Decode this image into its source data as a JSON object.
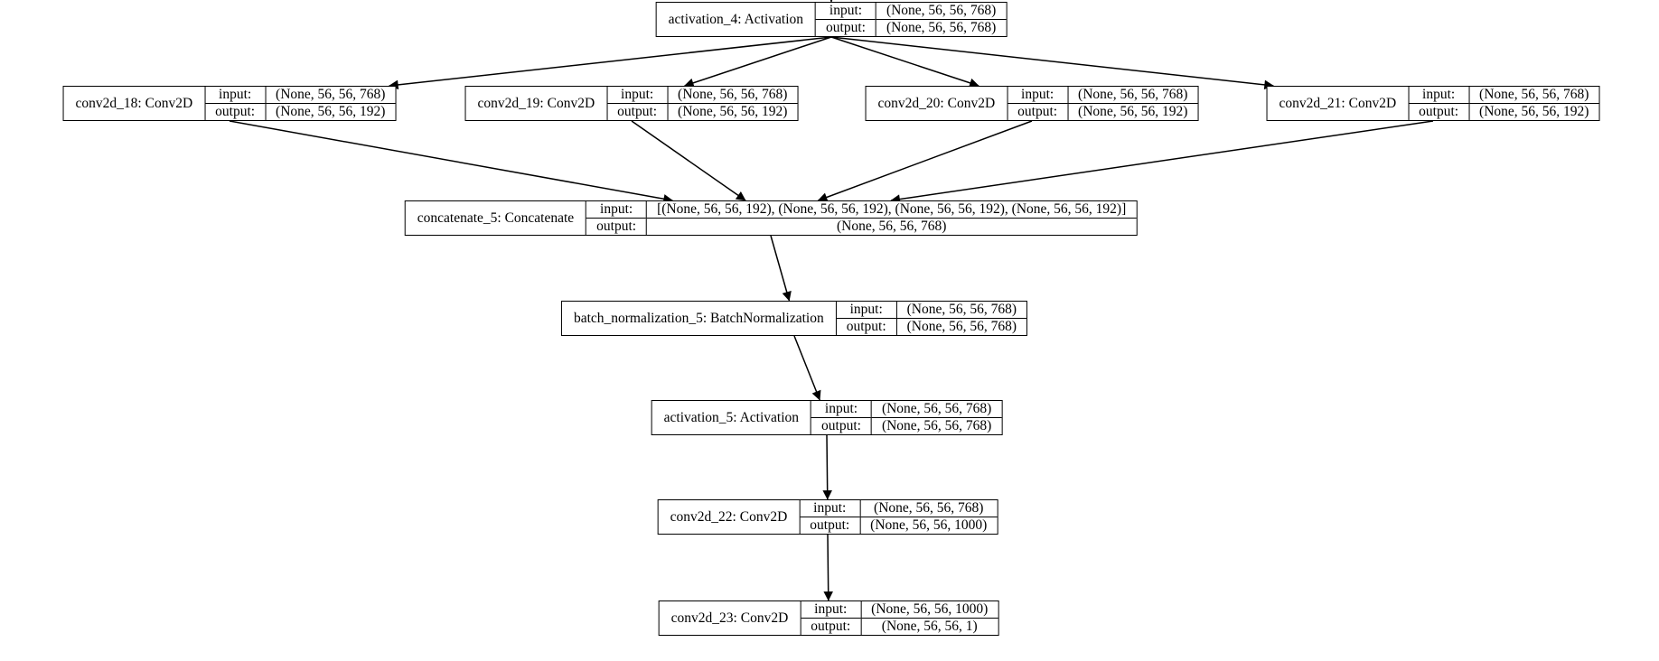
{
  "diagram": {
    "title": "model layer graph",
    "background_color": "#ffffff",
    "line_color": "#000000",
    "text_color": "#000000",
    "io_labels": {
      "input": "input:",
      "output": "output:"
    },
    "nodes": [
      {
        "id": "activation_4",
        "label": "activation_4: Activation",
        "input": "(None, 56, 56, 768)",
        "output": "(None, 56, 56, 768)"
      },
      {
        "id": "conv2d_18",
        "label": "conv2d_18: Conv2D",
        "input": "(None, 56, 56, 768)",
        "output": "(None, 56, 56, 192)"
      },
      {
        "id": "conv2d_19",
        "label": "conv2d_19: Conv2D",
        "input": "(None, 56, 56, 768)",
        "output": "(None, 56, 56, 192)"
      },
      {
        "id": "conv2d_20",
        "label": "conv2d_20: Conv2D",
        "input": "(None, 56, 56, 768)",
        "output": "(None, 56, 56, 192)"
      },
      {
        "id": "conv2d_21",
        "label": "conv2d_21: Conv2D",
        "input": "(None, 56, 56, 768)",
        "output": "(None, 56, 56, 192)"
      },
      {
        "id": "concatenate_5",
        "label": "concatenate_5: Concatenate",
        "input": "[(None, 56, 56, 192), (None, 56, 56, 192), (None, 56, 56, 192), (None, 56, 56, 192)]",
        "output": "(None, 56, 56, 768)"
      },
      {
        "id": "batch_normalization_5",
        "label": "batch_normalization_5: BatchNormalization",
        "input": "(None, 56, 56, 768)",
        "output": "(None, 56, 56, 768)"
      },
      {
        "id": "activation_5",
        "label": "activation_5: Activation",
        "input": "(None, 56, 56, 768)",
        "output": "(None, 56, 56, 768)"
      },
      {
        "id": "conv2d_22",
        "label": "conv2d_22: Conv2D",
        "input": "(None, 56, 56, 768)",
        "output": "(None, 56, 56, 1000)"
      },
      {
        "id": "conv2d_23",
        "label": "conv2d_23: Conv2D",
        "input": "(None, 56, 56, 1000)",
        "output": "(None, 56, 56, 1)"
      }
    ],
    "edges": [
      {
        "from": "_offscreen_top",
        "to": "activation_4"
      },
      {
        "from": "activation_4",
        "to": "conv2d_18"
      },
      {
        "from": "activation_4",
        "to": "conv2d_19"
      },
      {
        "from": "activation_4",
        "to": "conv2d_20"
      },
      {
        "from": "activation_4",
        "to": "conv2d_21"
      },
      {
        "from": "conv2d_18",
        "to": "concatenate_5"
      },
      {
        "from": "conv2d_19",
        "to": "concatenate_5"
      },
      {
        "from": "conv2d_20",
        "to": "concatenate_5"
      },
      {
        "from": "conv2d_21",
        "to": "concatenate_5"
      },
      {
        "from": "concatenate_5",
        "to": "batch_normalization_5"
      },
      {
        "from": "batch_normalization_5",
        "to": "activation_5"
      },
      {
        "from": "activation_5",
        "to": "conv2d_22"
      },
      {
        "from": "conv2d_22",
        "to": "conv2d_23"
      }
    ]
  }
}
